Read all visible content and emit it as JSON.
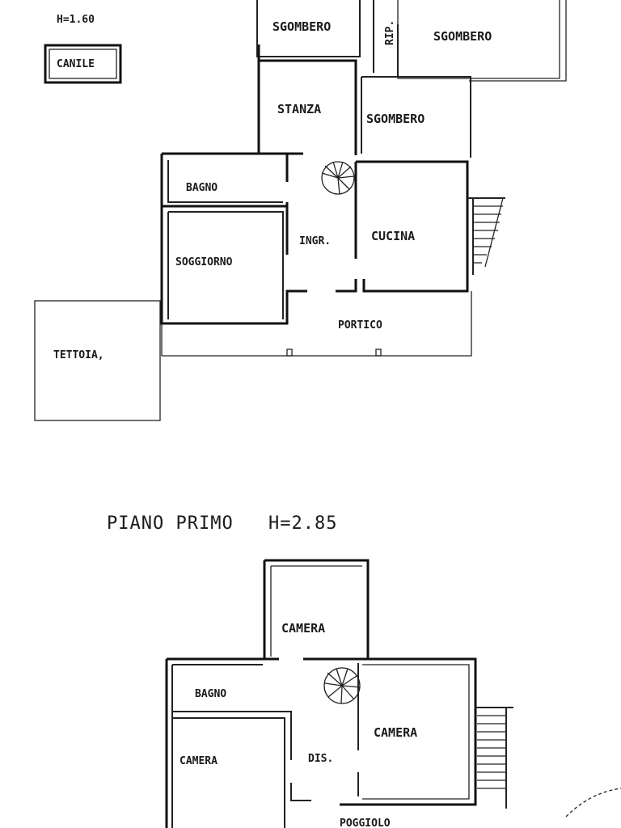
{
  "ground_floor": {
    "note_height": "H=1.60",
    "canile": "CANILE",
    "rooms": {
      "sgombero_1": "SGOMBERO",
      "rip": "RIP.",
      "sgombero_2": "SGOMBERO",
      "stanza": "STANZA",
      "sgombero_3": "SGOMBERO",
      "bagno": "BAGNO",
      "ingr": "INGR.",
      "cucina": "CUCINA",
      "soggiorno": "SOGGIORNO",
      "portico": "PORTICO",
      "tettoia": "TETTOIA,"
    }
  },
  "first_floor": {
    "title": "PIANO PRIMO",
    "height": "H=2.85",
    "rooms": {
      "camera_top": "CAMERA",
      "bagno": "BAGNO",
      "camera_right": "CAMERA",
      "camera_left": "CAMERA",
      "dis": "DIS.",
      "poggiolo": "POGGIOLO"
    }
  }
}
